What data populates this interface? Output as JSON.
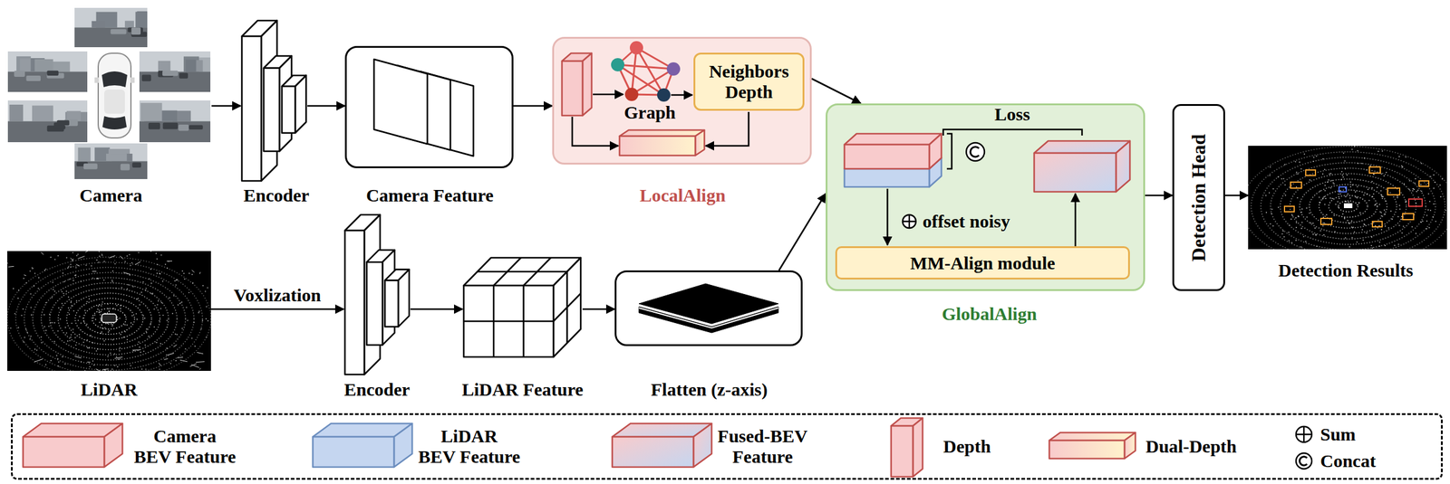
{
  "diagram": {
    "nodes": [
      {
        "text": [
          "Camera"
        ]
      },
      {
        "text": [
          "Encoder"
        ]
      },
      {
        "text": [
          "Camera Feature"
        ]
      },
      {
        "text": [
          "LocalAlign"
        ]
      },
      {
        "text": [
          "Neighbors Depth"
        ],
        "in": 3
      },
      {
        "text": [
          "GlobalAlign"
        ]
      },
      {
        "text": [
          "MM-Align module"
        ],
        "in": 5
      },
      {
        "text": [
          "Detection Head"
        ]
      },
      {
        "text": [
          "Detection Results"
        ]
      },
      {
        "text": [
          "LiDAR"
        ]
      },
      {
        "text": [
          "Encoder"
        ]
      },
      {
        "text": [
          "LiDAR Feature"
        ]
      },
      {
        "text": [
          "Flatten (z-axis)"
        ]
      }
    ],
    "edges": [
      {
        "from": 0,
        "to": 1,
        "arrow": "to"
      },
      {
        "from": 1,
        "to": 2,
        "arrow": "to"
      },
      {
        "from": 2,
        "to": 3,
        "arrow": "to"
      },
      {
        "from": 3,
        "to": 5,
        "arrow": "to"
      },
      {
        "from": 5,
        "to": 7,
        "arrow": "to"
      },
      {
        "from": 7,
        "to": 8,
        "arrow": "to"
      },
      {
        "from": 9,
        "to": 10,
        "label": "Voxlization",
        "arrow": "to"
      },
      {
        "from": 10,
        "to": 11,
        "arrow": "to"
      },
      {
        "from": 11,
        "to": 12,
        "arrow": "to"
      },
      {
        "from": 12,
        "to": 5,
        "arrow": "to"
      }
    ],
    "labels": [
      "Graph",
      "Loss",
      "offset noisy"
    ],
    "legend": [
      {
        "text": "Camera BEV Feature",
        "color": "#f8cbcc"
      },
      {
        "text": "LiDAR BEV Feature",
        "color": "#c5d6f0"
      },
      {
        "text": "Fused-BEV Feature"
      },
      {
        "text": "Depth",
        "color": "#f8cbcc"
      },
      {
        "text": "Dual-Depth"
      },
      {
        "text": "Sum"
      },
      {
        "text": "Concat"
      }
    ]
  }
}
